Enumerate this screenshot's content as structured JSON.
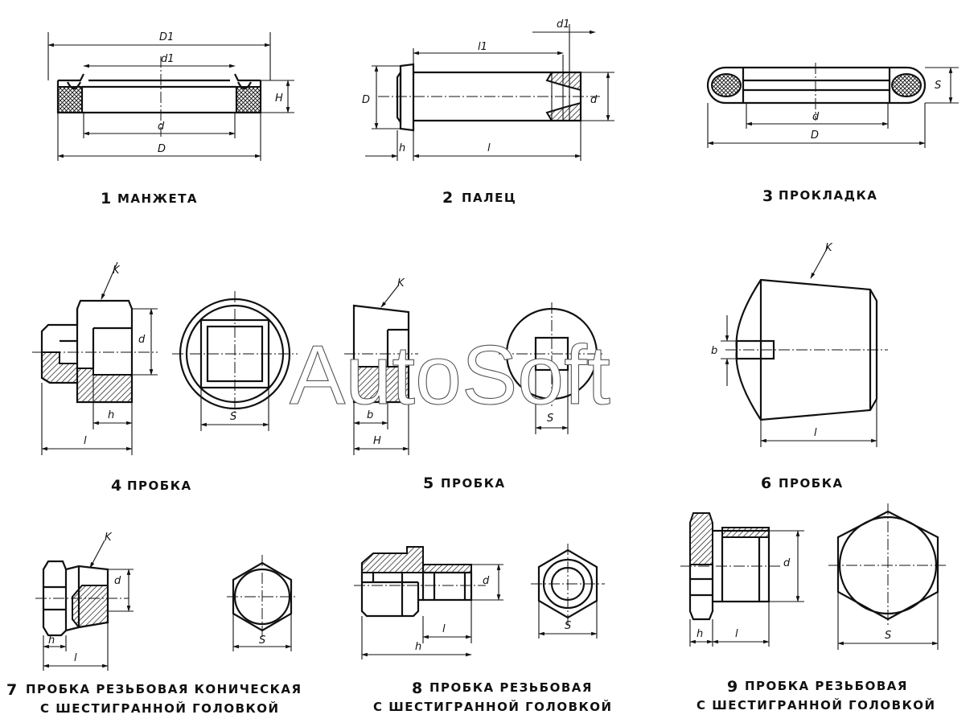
{
  "watermark": "AutoSoft",
  "items": [
    {
      "num": "1",
      "caption": "МАНЖЕТА",
      "dims": [
        "D1",
        "d1",
        "d",
        "D",
        "H"
      ]
    },
    {
      "num": "2",
      "caption": "ПАЛЕЦ",
      "dims": [
        "l1",
        "d1",
        "D",
        "d",
        "h",
        "l"
      ]
    },
    {
      "num": "3",
      "caption": "ПРОКЛАДКА",
      "dims": [
        "d",
        "D",
        "S"
      ]
    },
    {
      "num": "4",
      "caption": "ПРОБКА",
      "dims": [
        "K",
        "d",
        "h",
        "l",
        "S"
      ]
    },
    {
      "num": "5",
      "caption": "ПРОБКА",
      "dims": [
        "K",
        "b",
        "H",
        "S"
      ]
    },
    {
      "num": "6",
      "caption": "ПРОБКА",
      "dims": [
        "K",
        "b",
        "l"
      ]
    },
    {
      "num": "7",
      "caption_line1": "ПРОБКА РЕЗЬБОВАЯ КОНИЧЕСКАЯ",
      "caption_line2": "С ШЕСТИГРАННОЙ ГОЛОВКОЙ",
      "dims": [
        "K",
        "d",
        "h",
        "l",
        "S"
      ]
    },
    {
      "num": "8",
      "caption_line1": "ПРОБКА РЕЗЬБОВАЯ",
      "caption_line2": "С ШЕСТИГРАННОЙ ГОЛОВКОЙ",
      "dims": [
        "d",
        "l",
        "h",
        "S"
      ]
    },
    {
      "num": "9",
      "caption_line1": "ПРОБКА РЕЗЬБОВАЯ",
      "caption_line2": "С ШЕСТИГРАННОЙ ГОЛОВКОЙ",
      "dims": [
        "d",
        "h",
        "l",
        "S"
      ]
    }
  ]
}
